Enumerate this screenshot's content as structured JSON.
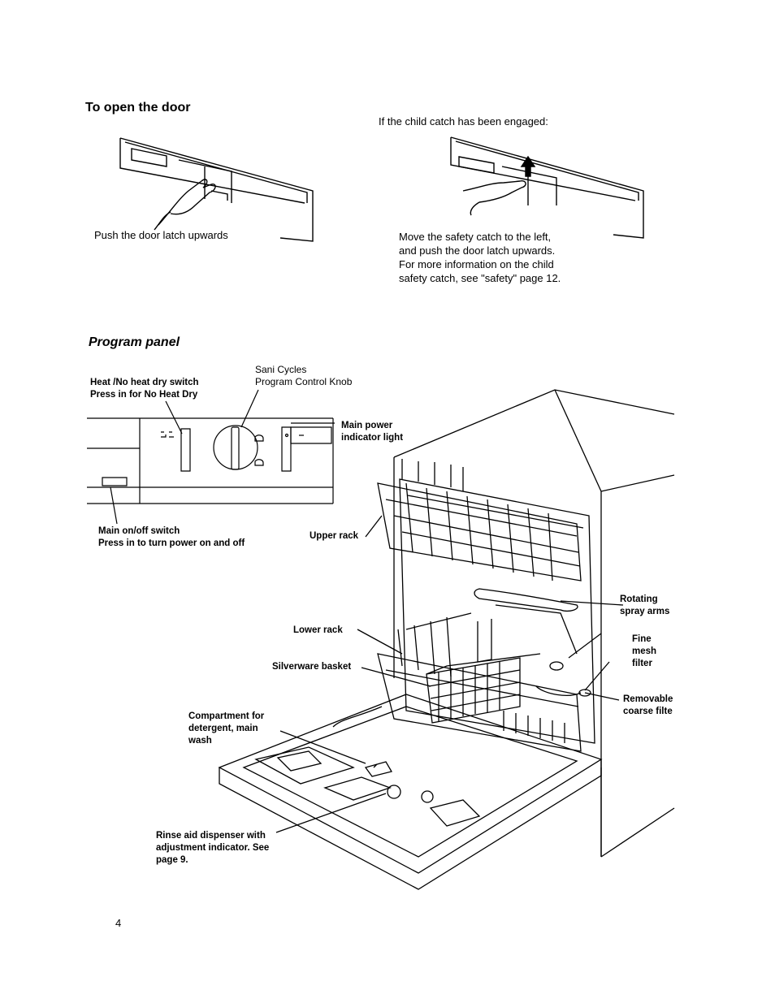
{
  "door": {
    "heading": "To open the door",
    "left_caption": "Push the door latch upwards",
    "child_intro": "If the child catch has been engaged:",
    "right_caption": [
      "Move the safety catch to the left,",
      "and push the door latch upwards.",
      "For more information on the child",
      "safety catch, see \"safety\" page 12."
    ]
  },
  "program": {
    "heading": "Program panel",
    "knob_label": [
      "Sani Cycles",
      "Program Control Knob"
    ],
    "heat_switch": [
      "Heat /No heat dry switch",
      "Press in for No Heat Dry"
    ],
    "main_power_light": [
      "Main power",
      "indicator light"
    ],
    "main_switch": [
      "Main on/off switch",
      "Press in to turn power on and off"
    ]
  },
  "dishwasher": {
    "upper_rack": "Upper rack",
    "spray_arms": [
      "Rotating",
      "spray arms"
    ],
    "lower_rack": "Lower rack",
    "fine_filter": [
      "Fine",
      "mesh",
      "filter"
    ],
    "silverware_basket": "Silverware basket",
    "coarse_filter": [
      "Removable",
      "coarse filte"
    ],
    "detergent": [
      "Compartment for",
      "detergent, main",
      "wash"
    ],
    "rinse_aid": [
      "Rinse aid dispenser with",
      "adjustment indicator. See",
      "page 9."
    ]
  },
  "page_number": "4"
}
